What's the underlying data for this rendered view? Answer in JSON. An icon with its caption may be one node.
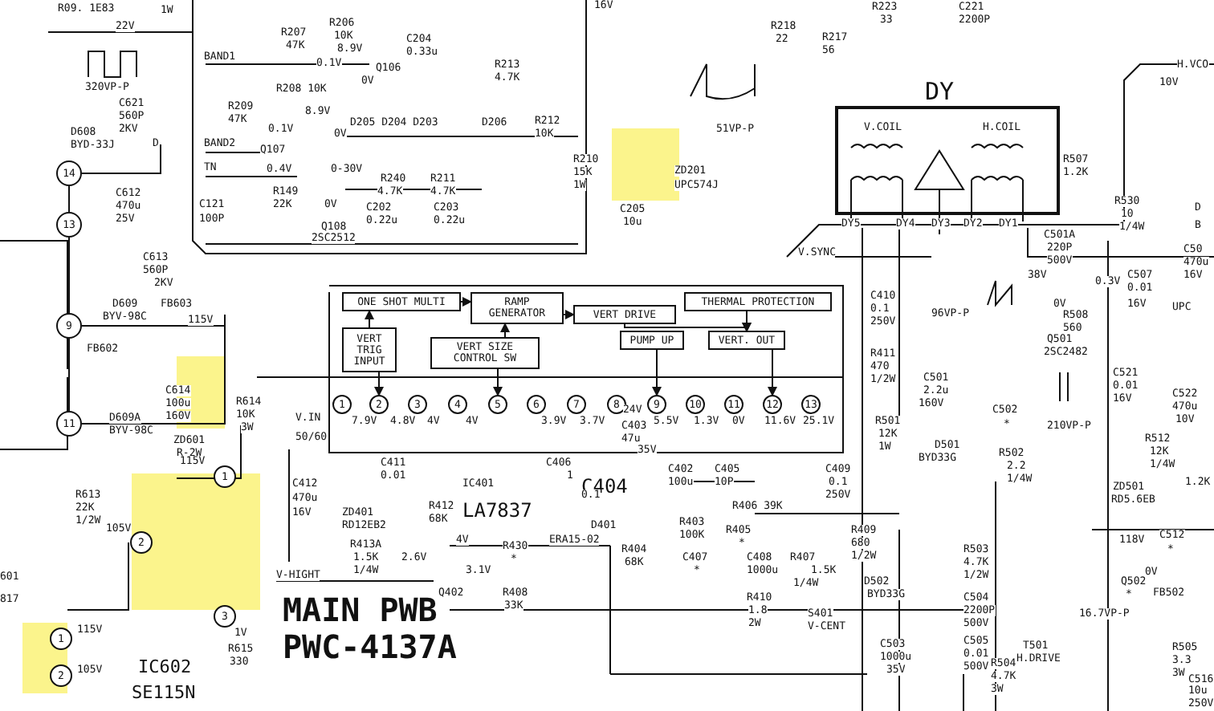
{
  "diagram": {
    "nodes": [
      {
        "text": [
          "14"
        ]
      },
      {
        "text": [
          "13"
        ]
      },
      {
        "text": [
          "9"
        ]
      },
      {
        "text": [
          "11"
        ]
      },
      {
        "text": [
          "1"
        ]
      },
      {
        "text": [
          "2"
        ]
      },
      {
        "text": [
          "3"
        ]
      },
      {
        "text": [
          "1"
        ]
      },
      {
        "text": [
          "2"
        ]
      },
      {
        "text": [
          "ONE SHOT MULTI"
        ]
      },
      {
        "text": [
          "RAMP GENERATOR"
        ]
      },
      {
        "text": [
          "VERT DRIVE"
        ]
      },
      {
        "text": [
          "THERMAL PROTECTION"
        ]
      },
      {
        "text": [
          "VERT TRIG INPUT"
        ]
      },
      {
        "text": [
          "VERT SIZE CONTROL SW"
        ]
      },
      {
        "text": [
          "PUMP UP"
        ]
      },
      {
        "text": [
          "VERT. OUT"
        ]
      },
      {
        "text": [
          "1"
        ]
      },
      {
        "text": [
          "2"
        ]
      },
      {
        "text": [
          "3"
        ]
      },
      {
        "text": [
          "4"
        ]
      },
      {
        "text": [
          "5"
        ]
      },
      {
        "text": [
          "6"
        ]
      },
      {
        "text": [
          "7"
        ]
      },
      {
        "text": [
          "8"
        ]
      },
      {
        "text": [
          "9"
        ]
      },
      {
        "text": [
          "10"
        ]
      },
      {
        "text": [
          "11"
        ]
      },
      {
        "text": [
          "12"
        ]
      },
      {
        "text": [
          "13"
        ]
      },
      {
        "text": [
          "DY"
        ]
      }
    ],
    "edges": [
      {
        "from": 13,
        "to": 9,
        "arrow": "to"
      },
      {
        "from": 9,
        "to": 10,
        "arrow": "to"
      },
      {
        "from": 10,
        "to": 11,
        "arrow": "to"
      },
      {
        "from": 14,
        "to": 10,
        "arrow": "to"
      },
      {
        "from": 11,
        "to": 16,
        "arrow": "to"
      },
      {
        "from": 12,
        "to": 16,
        "arrow": "to"
      },
      {
        "from": 15,
        "to": 25,
        "arrow": "to"
      },
      {
        "from": 16,
        "to": 28,
        "arrow": "to"
      },
      {
        "from": 13,
        "to": 18,
        "arrow": "to"
      },
      {
        "from": 14,
        "to": 21,
        "arrow": "to"
      }
    ],
    "labels": [
      "R09. 1E83",
      "1W",
      "22V",
      "320VP-P",
      "C621",
      "560P",
      "2KV",
      "D608",
      "BYD-33J",
      "D",
      "C612",
      "470u",
      "25V",
      "C613",
      "560P",
      "2KV",
      "D609",
      "BYV-98C",
      "FB603",
      "FB602",
      "115V",
      "D609A",
      "BYV-98C",
      "C614",
      "100u",
      "160V",
      "R614",
      "10K",
      "3W",
      "ZD601",
      "R-2W",
      "115V",
      "R613",
      "22K",
      "1/2W",
      "105V",
      "601",
      "817",
      "1V",
      "R615",
      "330",
      "IC602",
      "SE115N",
      "115V",
      "105V",
      "BAND1",
      "R207",
      "47K",
      "R206",
      "10K",
      "8.9V",
      "0.1V",
      "Q106",
      "0V",
      "C204",
      "0.33u",
      "R213",
      "4.7K",
      "R208 10K",
      "R209",
      "47K",
      "8.9V",
      "0.1V",
      "0V",
      "BAND2",
      "Q107",
      "D205 D204 D203",
      "D206",
      "R212",
      "10K",
      "R210",
      "15K",
      "1W",
      "TN",
      "0.4V",
      "0-30V",
      "R240",
      "R211",
      "R149",
      "4.7K",
      "4.7K",
      "C121",
      "22K",
      "0V",
      "C202",
      "C203",
      "100P",
      "0.22u",
      "0.22u",
      "Q108",
      "2SC2512",
      "16V",
      "R218",
      "22",
      "R217",
      "56",
      "R223",
      "33",
      "C221",
      "2200P",
      "51VP-P",
      "C205",
      "10u",
      "ZD201",
      "UPC574J",
      "V.COIL",
      "H.COIL",
      "DY5",
      "DY4",
      "DY3",
      "DY2",
      "DY1",
      "R507",
      "1.2K",
      "H.VCO",
      "10V",
      "R530",
      "10",
      "1/4W",
      "D",
      "B",
      "V.SYNC",
      "C501A",
      "220P",
      "500V",
      "C50",
      "470u",
      "16V",
      "C410",
      "0.1",
      "250V",
      "96VP-P",
      "38V",
      "0.3V",
      "C507",
      "0.01",
      "0V",
      "16V",
      "UPC",
      "R508",
      "560",
      "Q501",
      "2SC2482",
      "V.IN",
      "7.9V",
      "4.8V",
      "4V",
      "4V",
      "3.9V",
      "3.7V",
      "24V",
      "5.5V",
      "1.3V",
      "0V",
      "11.6V",
      "25.1V",
      "50/60",
      "C411",
      "0.01",
      "C406",
      "1",
      "C403",
      "47u",
      "35V",
      "C402",
      "100u",
      "C405",
      "10P",
      "C409",
      "0.1",
      "250V",
      "R411",
      "470",
      "1/2W",
      "R501",
      "12K",
      "1W",
      "C412",
      "470u",
      "16V",
      "ZD401",
      "RD12EB2",
      "R412",
      "68K",
      "IC401",
      "LA7837",
      "C404",
      "0.1",
      "R406 39K",
      "D401",
      "ERA15-02",
      "R403",
      "100K",
      "R405",
      "*",
      "R409",
      "680",
      "1/2W",
      "R413A",
      "1.5K",
      "1/4W",
      "R430",
      "*",
      "4V",
      "2.6V",
      "3.1V",
      "V-HIGHT",
      "R404",
      "68K",
      "C407",
      "*",
      "C408",
      "1000u",
      "R407",
      "1.5K",
      "1/4W",
      "Q402",
      "R408",
      "33K",
      "R410",
      "1.8",
      "2W",
      "S401",
      "V-CENT",
      "C501",
      "2.2u",
      "160V",
      "C502",
      "*",
      "D501",
      "BYD33G",
      "R502",
      "2.2",
      "1/4W",
      "C521",
      "0.01",
      "16V",
      "C522",
      "470u",
      "10V",
      "210VP-P",
      "R512",
      "12K",
      "1/4W",
      "ZD501",
      "RD5.6EB",
      "1.2K",
      "C512",
      "*",
      "118V",
      "0V",
      "Q502",
      "*",
      "FB502",
      "R503",
      "4.7K",
      "1/2W",
      "D502",
      "BYD33G",
      "C504",
      "2200P",
      "500V",
      "16.7VP-P",
      "T501",
      "H.DRIVE",
      "C503",
      "1000u",
      "35V",
      "C505",
      "0.01",
      "500V",
      "R505",
      "3.3",
      "3W",
      "R504",
      "4.7K",
      "3W",
      "C516",
      "10u",
      "250V",
      "MAIN PWB",
      "PWC-4137A"
    ]
  }
}
